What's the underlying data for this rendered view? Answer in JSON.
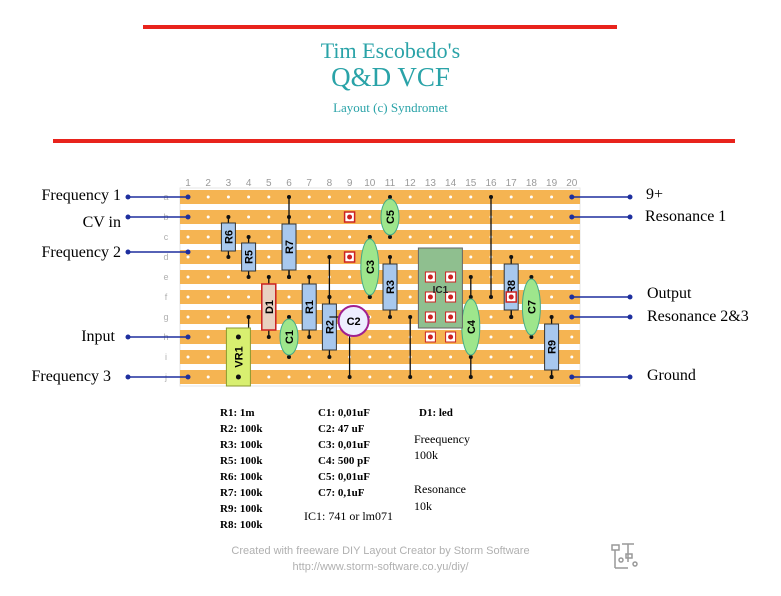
{
  "title": {
    "line1": "Tim Escobedo's",
    "line2": "Q&D VCF",
    "line3": "Layout (c) Syndromet"
  },
  "board": {
    "columns": [
      "1",
      "2",
      "3",
      "4",
      "5",
      "6",
      "7",
      "8",
      "9",
      "10",
      "11",
      "12",
      "13",
      "14",
      "15",
      "16",
      "17",
      "18",
      "19",
      "20"
    ],
    "rows": [
      "a",
      "b",
      "c",
      "d",
      "e",
      "f",
      "g",
      "h",
      "i",
      "j"
    ],
    "component_labels": [
      "R6",
      "R5",
      "R7",
      "D1",
      "R1",
      "C3",
      "C5",
      "R3",
      "R2",
      "C2",
      "C1",
      "IC1",
      "C4",
      "R8",
      "C7",
      "R9",
      "VR1"
    ]
  },
  "left_labels": {
    "freq1": "Frequency 1",
    "cvin": "CV in",
    "freq2": "Frequency 2",
    "input": "Input",
    "freq3": "Frequency 3"
  },
  "right_labels": {
    "v9": "9+",
    "res1": "Resonance 1",
    "output": "Output",
    "res23": "Resonance 2&3",
    "ground": "Ground"
  },
  "parts": {
    "resistors": [
      "R1: 1m",
      "R2: 100k",
      "R3: 100k",
      "R5: 100k",
      "R6: 100k",
      "R7: 100k",
      "R9: 100k",
      "R8: 100k"
    ],
    "capacitors": [
      "C1: 0,01uF",
      "C2: 47 uF",
      "C3: 0,01uF",
      "C4: 500 pF",
      "C5: 0,01uF",
      "C7: 0,1uF"
    ],
    "ic": "IC1: 741 or lm071",
    "diode": "D1: led",
    "pot1_name": "Freequency",
    "pot1_value": "100k",
    "pot2_name": "Resonance",
    "pot2_value": "10k"
  },
  "footer": {
    "line1": "Created with freeware DIY Layout Creator by Storm Software",
    "line2": "http://www.storm-software.co.yu/diy/"
  },
  "colors": {
    "accent_title": "#2aa3a8",
    "red_line": "#e8231c",
    "strip": "#f5b452",
    "wire_blue": "#1e2f9e",
    "resistor": "#a8c8ee",
    "capacitor": "#9ee68c",
    "diode_red": "#cc2222"
  }
}
